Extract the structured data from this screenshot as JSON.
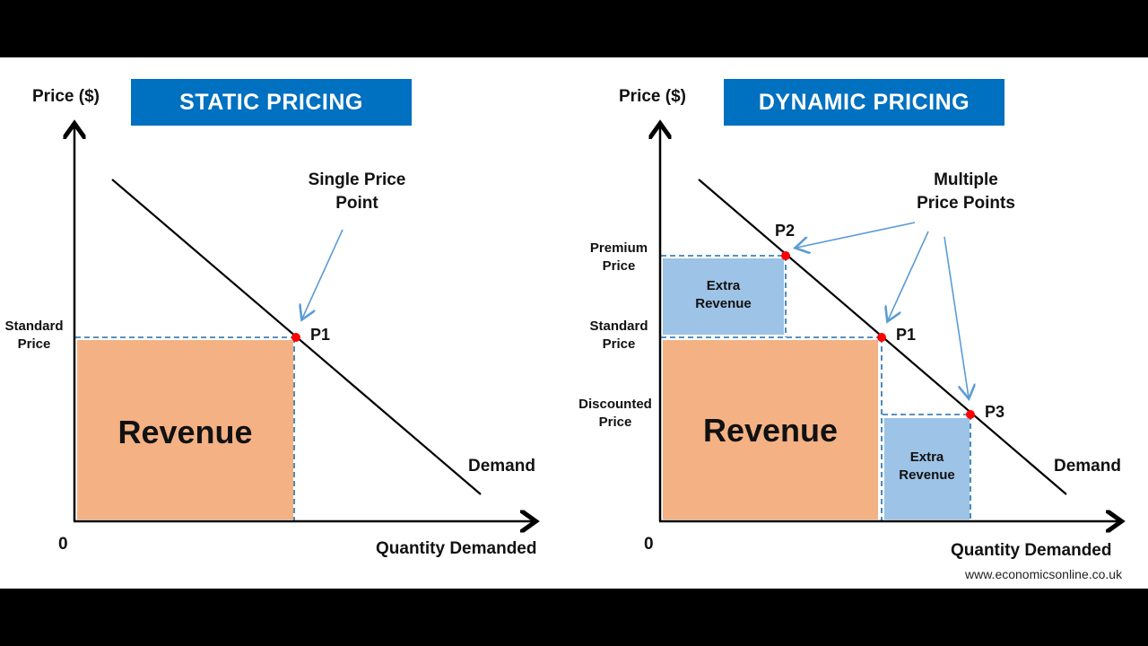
{
  "colors": {
    "title_bg": "#0070c0",
    "revenue_fill": "#f4b183",
    "extra_revenue_fill": "#9dc3e6",
    "point": "#ff0000",
    "arrow": "#5b9bd5",
    "dashed_line": "#1f6fa8"
  },
  "static_panel": {
    "title": "STATIC PRICING",
    "y_axis_label": "Price ($)",
    "x_axis_label": "Quantity Demanded",
    "origin_label": "0",
    "price_labels": {
      "standard": [
        "Standard",
        "Price"
      ]
    },
    "revenue_label": "Revenue",
    "curve_label": "Demand",
    "annotation": [
      "Single Price",
      "Point"
    ],
    "points": [
      {
        "name": "P1"
      }
    ]
  },
  "dynamic_panel": {
    "title": "DYNAMIC PRICING",
    "y_axis_label": "Price ($)",
    "x_axis_label": "Quantity Demanded",
    "origin_label": "0",
    "price_labels": {
      "premium": [
        "Premium",
        "Price"
      ],
      "standard": [
        "Standard",
        "Price"
      ],
      "discounted": [
        "Discounted",
        "Price"
      ]
    },
    "revenue_label": "Revenue",
    "extra_revenue_top": [
      "Extra",
      "Revenue"
    ],
    "extra_revenue_bottom": [
      "Extra",
      "Revenue"
    ],
    "curve_label": "Demand",
    "annotation": [
      "Multiple",
      "Price Points"
    ],
    "points": [
      {
        "name": "P2"
      },
      {
        "name": "P1"
      },
      {
        "name": "P3"
      }
    ]
  },
  "footer": {
    "source": "www.economicsonline.co.uk"
  }
}
